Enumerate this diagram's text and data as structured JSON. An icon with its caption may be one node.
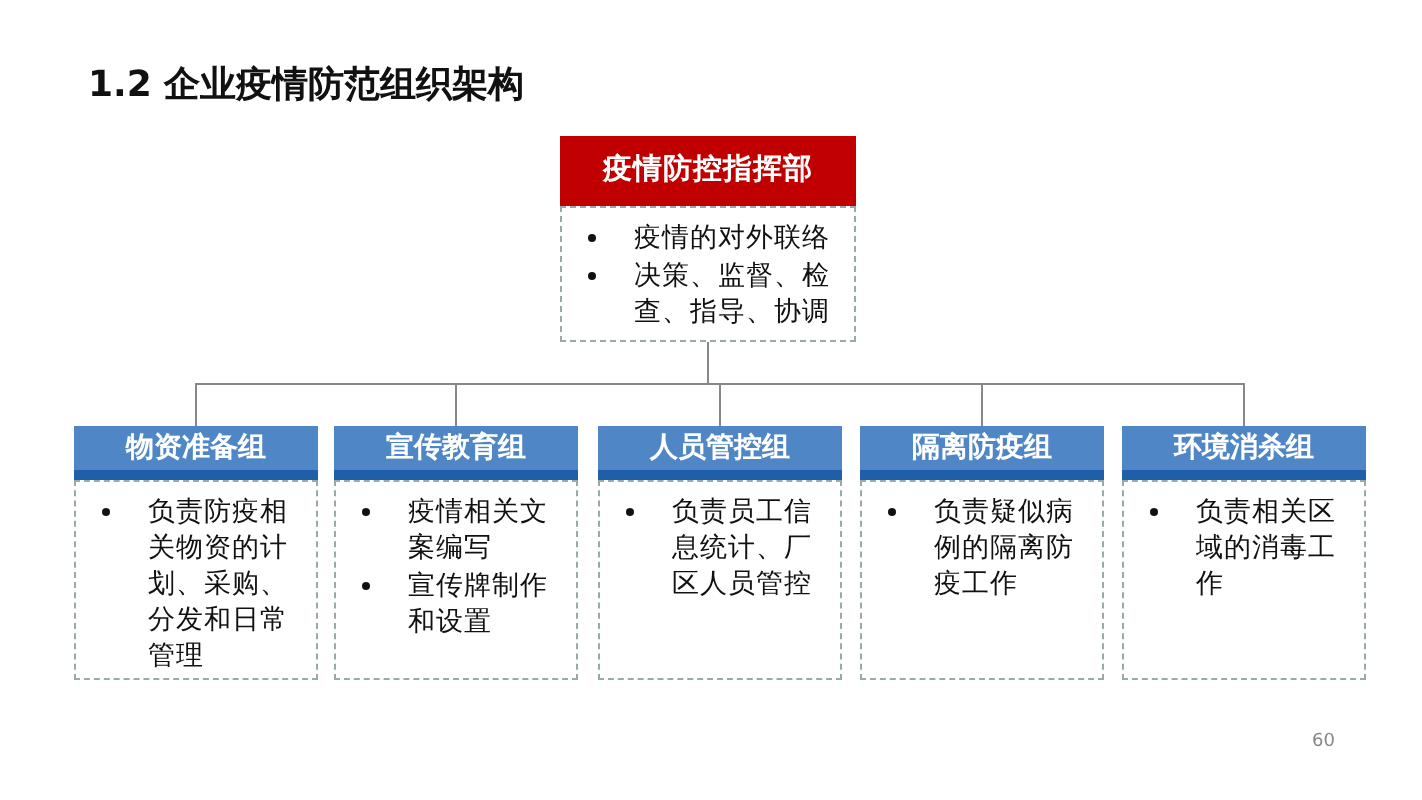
{
  "diagram": {
    "title": "1.2 企业疫情防范组织架构",
    "nodes": [
      {
        "text": [
          "疫情防控指挥部",
          "疫情的对外联络",
          "决策、监督、检查、指导、协调"
        ]
      },
      {
        "text": [
          "物资准备组",
          "负责防疫相关物资的计划、采购、分发和日常管理"
        ]
      },
      {
        "text": [
          "宣传教育组",
          "疫情相关文案编写",
          "宣传牌制作和设置"
        ]
      },
      {
        "text": [
          "人员管控组",
          "负责员工信息统计、厂区人员管控"
        ]
      },
      {
        "text": [
          "隔离防疫组",
          "负责疑似病例的隔离防疫工作"
        ]
      },
      {
        "text": [
          "环境消杀组",
          "负责相关区域的消毒工作"
        ]
      }
    ],
    "edges": [
      {
        "from": 0,
        "to": 1,
        "arrow": "none"
      },
      {
        "from": 0,
        "to": 2,
        "arrow": "none"
      },
      {
        "from": 0,
        "to": 3,
        "arrow": "none"
      },
      {
        "from": 0,
        "to": 4,
        "arrow": "none"
      },
      {
        "from": 0,
        "to": 5,
        "arrow": "none"
      }
    ],
    "labels": [
      "60"
    ]
  }
}
